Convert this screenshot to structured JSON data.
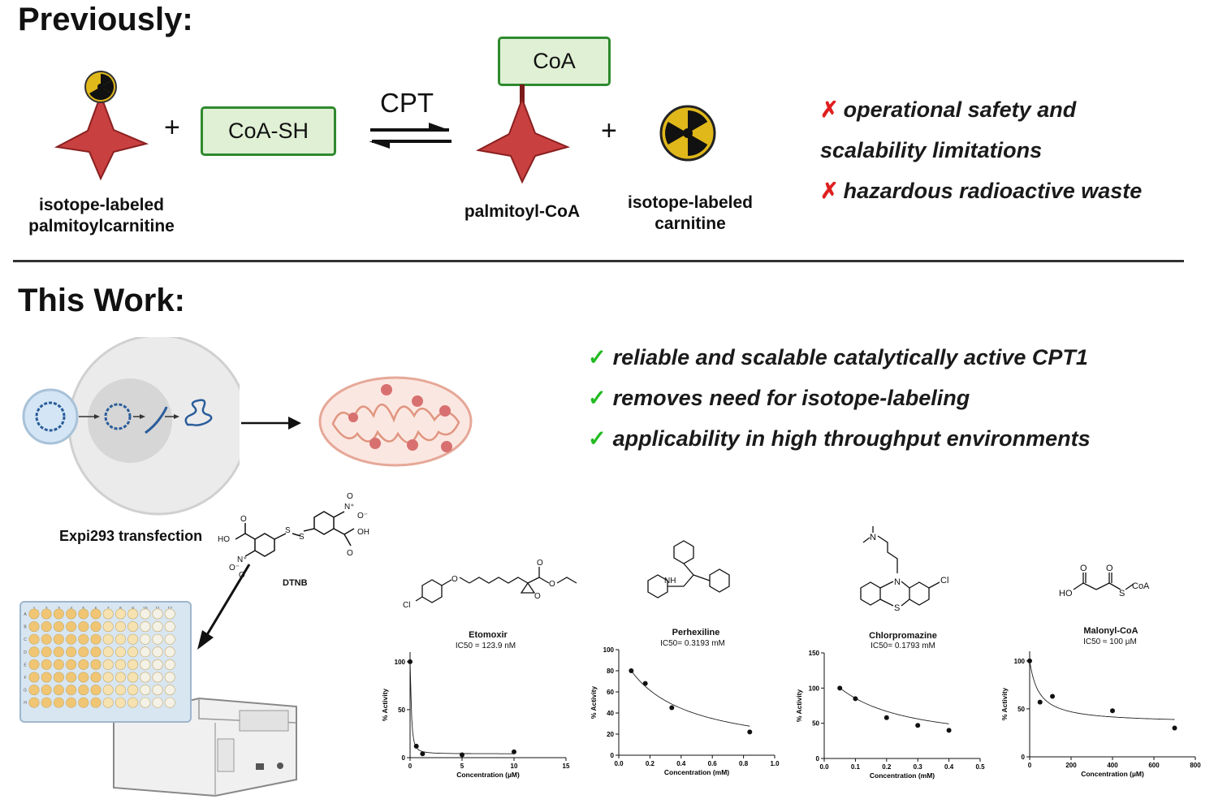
{
  "previously": {
    "heading": "Previously:",
    "reactant1_label_line1": "isotope-labeled",
    "reactant1_label_line2": "palmitoylcarnitine",
    "plus1": "+",
    "coa_sh": "CoA-SH",
    "enzyme": "CPT",
    "coa": "CoA",
    "product1_label": "palmitoyl-CoA",
    "plus2": "+",
    "product2_label_line1": "isotope-labeled",
    "product2_label_line2": "carnitine",
    "cons_mark": "✗",
    "cons": [
      "operational safety and",
      "scalability limitations",
      "hazardous radioactive waste"
    ]
  },
  "this_work": {
    "heading": "This Work:",
    "check_mark": "✓",
    "pros": [
      "reliable and scalable catalytically active CPT1",
      "removes need for isotope-labeling",
      "applicability in high throughput environments"
    ],
    "transfection_label": "Expi293 transfection",
    "dtnb_label": "DTNB",
    "plate_cols": [
      "1",
      "2",
      "3",
      "4",
      "5",
      "6",
      "7",
      "8",
      "9",
      "10",
      "11",
      "12"
    ],
    "plate_rows": [
      "A",
      "B",
      "C",
      "D",
      "E",
      "F",
      "G",
      "H"
    ]
  },
  "chart_data": [
    {
      "type": "scatter",
      "title": "Etomoxir",
      "subtitle": "IC50 = 123.9 nM",
      "xlabel": "Concentration (µM)",
      "ylabel": "% Activity",
      "xlim": [
        0,
        15
      ],
      "ylim": [
        0,
        110
      ],
      "xticks": [
        0,
        5,
        10,
        15
      ],
      "yticks": [
        0,
        50,
        100
      ],
      "x": [
        0,
        0.6,
        1.2,
        5,
        10
      ],
      "y": [
        100,
        12,
        4,
        3,
        6
      ]
    },
    {
      "type": "scatter",
      "title": "Perhexiline",
      "subtitle": "IC50= 0.3193 mM",
      "xlabel": "Concentration (mM)",
      "ylabel": "% Activity",
      "xlim": [
        0,
        1.0
      ],
      "ylim": [
        0,
        100
      ],
      "xticks": [
        0.0,
        0.2,
        0.4,
        0.6,
        0.8,
        1.0
      ],
      "yticks": [
        0,
        20,
        40,
        60,
        80,
        100
      ],
      "x": [
        0.08,
        0.17,
        0.34,
        0.84
      ],
      "y": [
        80,
        68,
        45,
        22
      ]
    },
    {
      "type": "scatter",
      "title": "Chlorpromazine",
      "subtitle": "IC50= 0.1793 mM",
      "xlabel": "Concentration (mM)",
      "ylabel": "% Activity",
      "xlim": [
        0,
        0.5
      ],
      "ylim": [
        0,
        150
      ],
      "xticks": [
        0.0,
        0.1,
        0.2,
        0.3,
        0.4,
        0.5
      ],
      "yticks": [
        0,
        50,
        100,
        150
      ],
      "x": [
        0.05,
        0.1,
        0.2,
        0.3,
        0.4
      ],
      "y": [
        100,
        85,
        58,
        47,
        40
      ]
    },
    {
      "type": "scatter",
      "title": "Malonyl-CoA",
      "subtitle": "IC50 ≈ 100 µM",
      "xlabel": "Concentration (µM)",
      "ylabel": "% Activity",
      "xlim": [
        0,
        800
      ],
      "ylim": [
        0,
        110
      ],
      "xticks": [
        0,
        200,
        400,
        600,
        800
      ],
      "yticks": [
        0,
        50,
        100
      ],
      "x": [
        0,
        50,
        110,
        400,
        700
      ],
      "y": [
        100,
        57,
        63,
        48,
        30
      ]
    }
  ]
}
